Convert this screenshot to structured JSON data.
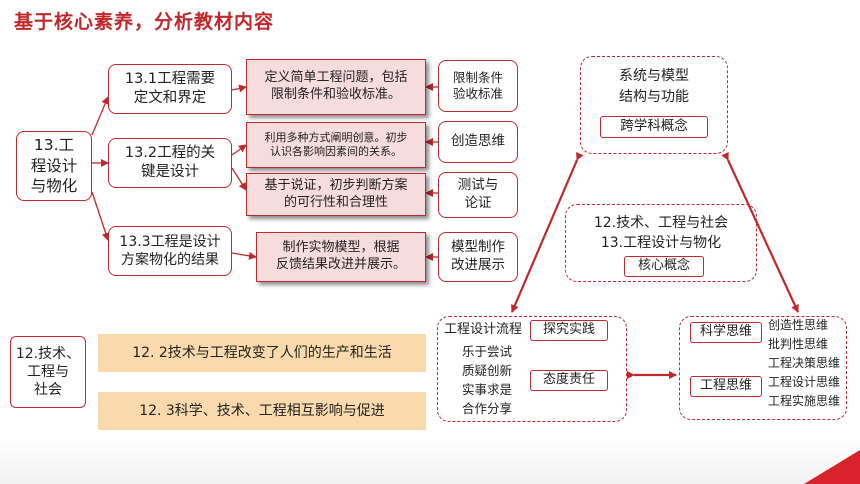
{
  "title": "基于核心素养，分析教材内容",
  "unit13": {
    "line1": "13.工",
    "line2": "程设计",
    "line3": "与物化"
  },
  "sections": [
    {
      "line1": "13.1工程需要",
      "line2": "定文和界定"
    },
    {
      "line1": "13.2工程的关",
      "line2": "键是设计"
    },
    {
      "line1": "13.3工程是设计",
      "line2": "方案物化的结果"
    }
  ],
  "goals": [
    {
      "line1": "定义简单工程问题，包括",
      "line2": "限制条件和验收标准。"
    },
    {
      "line1": "利用多种方式阐明创意。初步",
      "line2": "认识各影响因素间的关系。"
    },
    {
      "line1": "基于说证，初步判断方案",
      "line2": "的可行性和合理性"
    },
    {
      "line1": "制作实物模型，根据",
      "line2": "反馈结果改进并展示。"
    }
  ],
  "tags": [
    {
      "line1": "限制条件",
      "line2": "验收标准"
    },
    {
      "line1": "创造思维",
      "line2": ""
    },
    {
      "line1": "测试与",
      "line2": "论证"
    },
    {
      "line1": "模型制作",
      "line2": "改进展示"
    }
  ],
  "unit12": {
    "line1": "12.技术、",
    "line2": "工程与",
    "line3": "社会"
  },
  "unit12_items": [
    "12. 2技术与工程改变了人们的生产和生活",
    "12. 3科学、技术、工程相互影响与促进"
  ],
  "crosscut": {
    "line1": "系统与模型",
    "line2": "结构与功能",
    "label": "跨学科概念"
  },
  "core": {
    "line1": "12.技术、工程与社会",
    "line2": "13.工程设计与物化",
    "label": "核心概念"
  },
  "practice": {
    "heading": "工程设计流程",
    "label1": "探究实践",
    "attitudes": [
      "乐于尝试",
      "质疑创新",
      "实事求是",
      "合作分享"
    ],
    "label2": "态度责任"
  },
  "thinking": {
    "science_label": "科学思维",
    "engineering_label": "工程思维",
    "items": [
      "创造性思维",
      "批判性思维",
      "工程决策思维",
      "工程设计思维",
      "工程实施思维"
    ]
  },
  "colors": {
    "accent": "#c0282b",
    "pink": "#f6dcdc",
    "peach": "#fad9ad"
  }
}
